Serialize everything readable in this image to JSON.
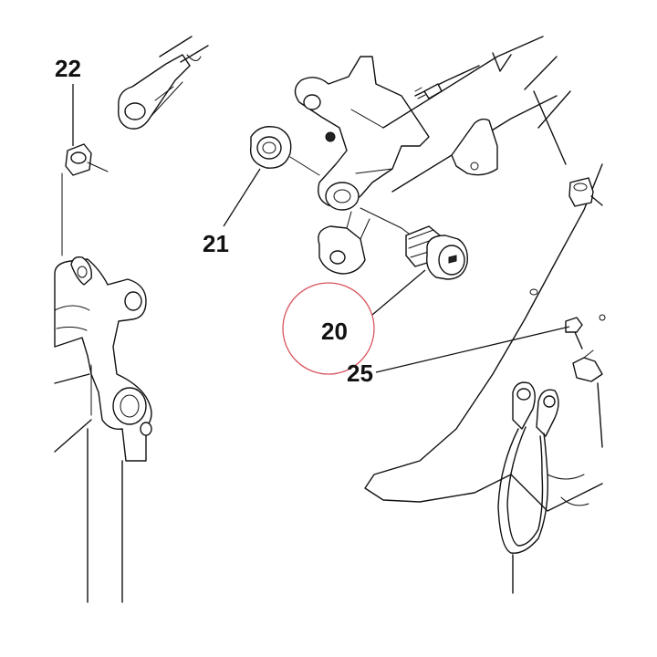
{
  "callouts": [
    {
      "id": "22",
      "label": "22"
    },
    {
      "id": "21",
      "label": "21"
    },
    {
      "id": "20",
      "label": "20"
    },
    {
      "id": "25",
      "label": "25"
    }
  ],
  "highlight": {
    "target": "20",
    "color": "#d9535f"
  }
}
